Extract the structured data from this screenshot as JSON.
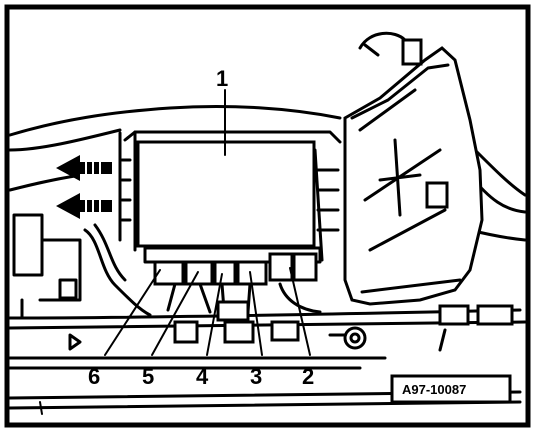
{
  "figure": {
    "reference_code": "A97-10087",
    "callouts": [
      "1",
      "2",
      "3",
      "4",
      "5",
      "6"
    ]
  },
  "colors": {
    "ink": "#000000",
    "paper": "#ffffff"
  },
  "icons": [
    "arrow-left-icon",
    "arrow-left-icon"
  ]
}
